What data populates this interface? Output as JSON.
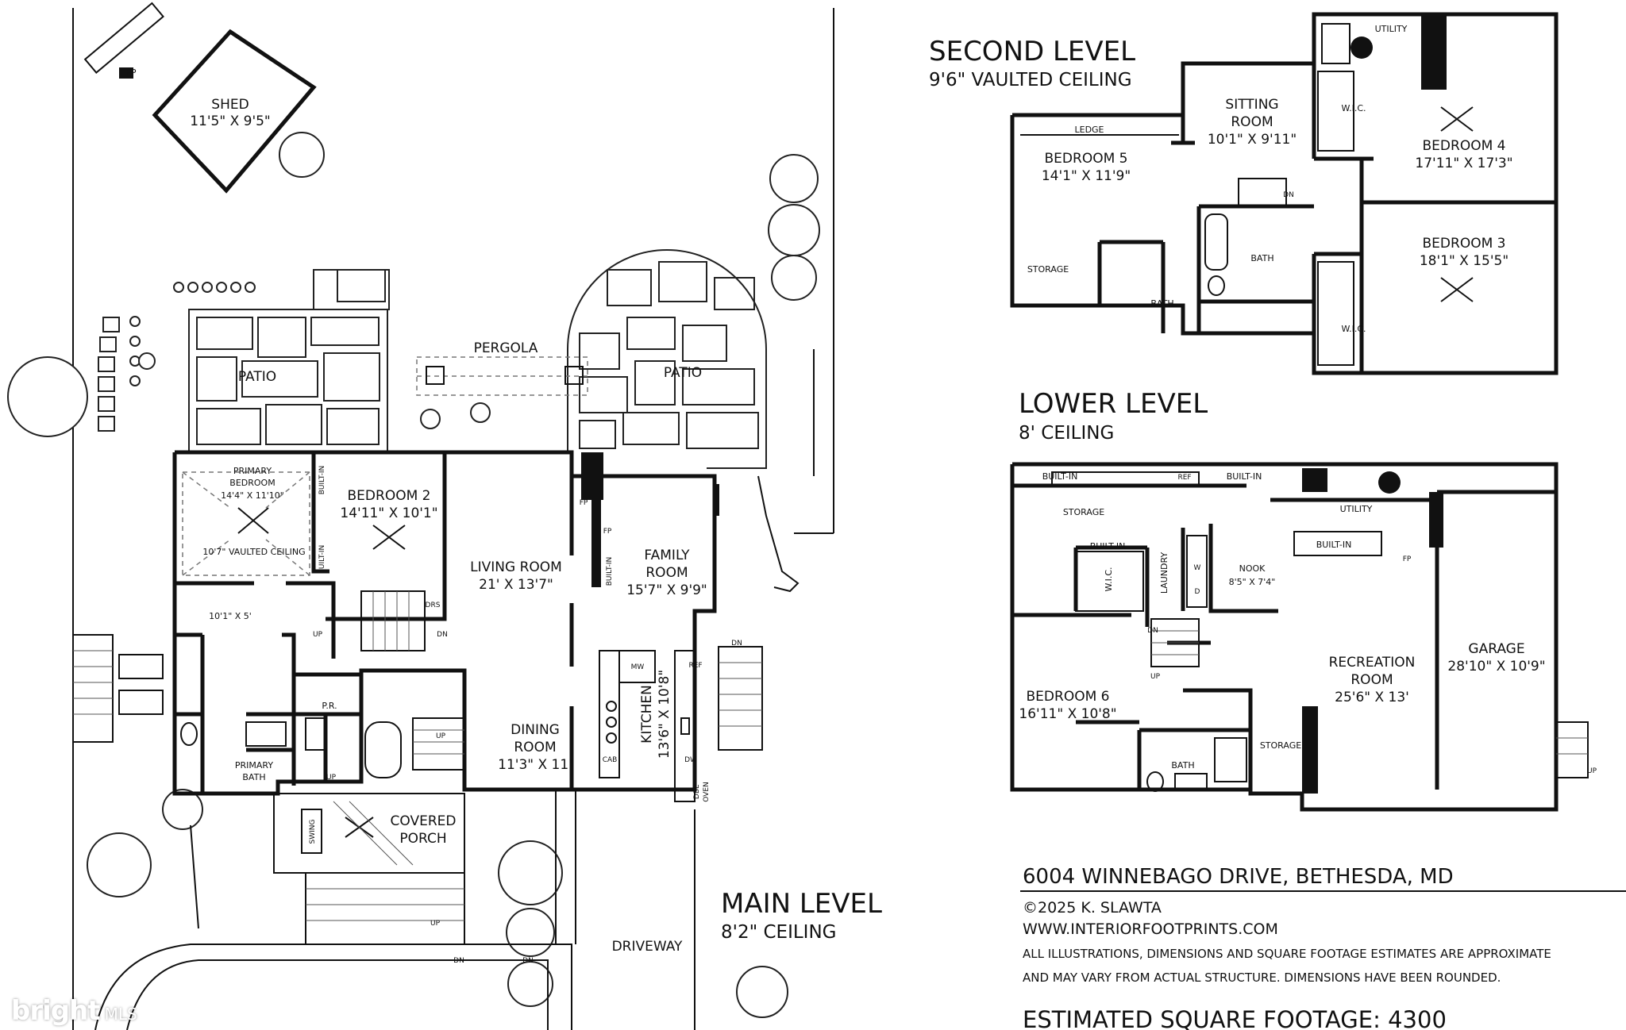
{
  "main_level": {
    "title": "MAIN LEVEL",
    "ceiling": "8'2\" CEILING",
    "rooms": {
      "shed": {
        "name": "SHED",
        "dims": "11'5\" X 9'5\""
      },
      "patio_left": {
        "name": "PATIO"
      },
      "patio_right": {
        "name": "PATIO"
      },
      "pergola": {
        "name": "PERGOLA"
      },
      "primary_bedroom": {
        "name1": "PRIMARY",
        "name2": "BEDROOM",
        "dims": "14'4\" X 11'10\"",
        "note": "10'7\" VAULTED CEILING"
      },
      "bedroom2": {
        "name": "BEDROOM 2",
        "dims": "14'11\" X 10'1\""
      },
      "living_room": {
        "name": "LIVING ROOM",
        "dims": "21' X 13'7\""
      },
      "family_room": {
        "name1": "FAMILY",
        "name2": "ROOM",
        "dims": "15'7\" X 9'9\""
      },
      "hall": {
        "dims": "10'1\" X 5'"
      },
      "dining_room": {
        "name1": "DINING",
        "name2": "ROOM",
        "dims": "11'3\" X 11'"
      },
      "kitchen": {
        "name": "KITCHEN",
        "dims": "13'6\" X 10'8\""
      },
      "primary_bath": {
        "name1": "PRIMARY",
        "name2": "BATH"
      },
      "covered_porch": {
        "name1": "COVERED",
        "name2": "PORCH"
      },
      "driveway": {
        "name": "DRIVEWAY"
      }
    },
    "small_labels": {
      "fp": "FP",
      "built_in": "BUILT-IN",
      "drs": "DRS",
      "pr": "P.R.",
      "up": "UP",
      "dn": "DN",
      "ref": "REF",
      "mw": "MW",
      "cab": "CAB",
      "dw": "DW",
      "dbl": "DBL",
      "oven": "OVEN",
      "swing": "SWING"
    }
  },
  "second_level": {
    "title": "SECOND LEVEL",
    "ceiling": "9'6\" VAULTED CEILING",
    "rooms": {
      "bedroom5": {
        "name": "BEDROOM 5",
        "dims": "14'1\" X 11'9\""
      },
      "sitting_room": {
        "name1": "SITTING",
        "name2": "ROOM",
        "dims": "10'1\" X 9'11\""
      },
      "bedroom4": {
        "name": "BEDROOM 4",
        "dims": "17'11\" X 17'3\""
      },
      "bedroom3": {
        "name": "BEDROOM 3",
        "dims": "18'1\" X 15'5\""
      },
      "bath1": {
        "name": "BATH"
      },
      "bath2": {
        "name": "BATH"
      },
      "storage": {
        "name": "STORAGE"
      },
      "utility": {
        "name": "UTILITY"
      },
      "wic1": {
        "name": "W.I.C."
      },
      "wic2": {
        "name": "W.I.C."
      },
      "ledge": {
        "name": "LEDGE"
      },
      "dn": {
        "name": "DN"
      }
    }
  },
  "lower_level": {
    "title": "LOWER LEVEL",
    "ceiling": "8' CEILING",
    "rooms": {
      "storage_top": {
        "name": "STORAGE"
      },
      "utility": {
        "name": "UTILITY"
      },
      "nook": {
        "name": "NOOK",
        "dims": "8'5\" X 7'4\""
      },
      "laundry": {
        "name": "LAUNDRY"
      },
      "wic": {
        "name": "W.I.C."
      },
      "recreation_room": {
        "name1": "RECREATION",
        "name2": "ROOM",
        "dims": "25'6\" X 13'"
      },
      "garage": {
        "name": "GARAGE",
        "dims": "28'10\" X 10'9\""
      },
      "bedroom6": {
        "name": "BEDROOM 6",
        "dims": "16'11\" X 10'8\""
      },
      "bath": {
        "name": "BATH"
      },
      "storage_bottom": {
        "name": "STORAGE"
      }
    },
    "small_labels": {
      "built_in": "BUILT-IN",
      "ref": "REF",
      "fp": "FP",
      "up": "UP",
      "dn": "DN",
      "w": "W",
      "d": "D"
    }
  },
  "info": {
    "address": "6004 WINNEBAGO DRIVE, BETHESDA, MD",
    "copyright": "©2025 K. SLAWTA",
    "website": "WWW.INTERIORFOOTPRINTS.COM",
    "disclaimer1": "ALL ILLUSTRATIONS, DIMENSIONS AND SQUARE FOOTAGE ESTIMATES ARE APPROXIMATE",
    "disclaimer2": "AND MAY VARY FROM ACTUAL STRUCTURE. DIMENSIONS HAVE BEEN ROUNDED.",
    "square_footage": "ESTIMATED SQUARE FOOTAGE: 4300"
  },
  "watermark": {
    "brand": "bright",
    "suffix": "MLS"
  }
}
